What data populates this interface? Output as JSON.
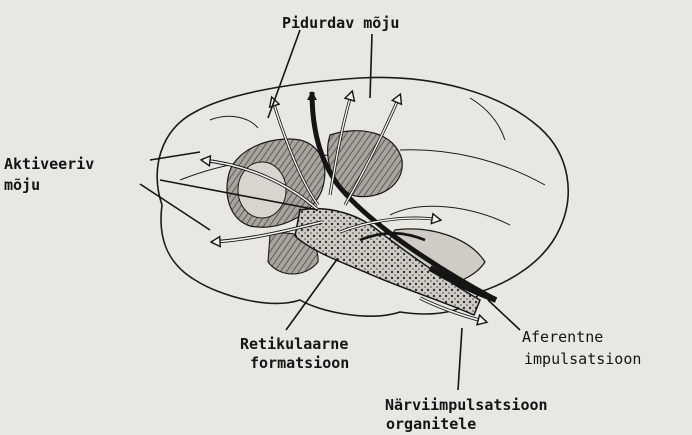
{
  "labels": {
    "inhibiting": "Pidurdav mõju",
    "activating_line1": "Aktiveeriv",
    "activating_line2": "mõju",
    "reticular_line1": "Retikulaarne",
    "reticular_line2": "formatsioon",
    "afferent_line1": "Aferentne",
    "afferent_line2": "impulsatsioon",
    "nerve_line1": "Närviimpulsatsioon",
    "nerve_line2": "organitele"
  },
  "colors": {
    "paper": "#e9e7e2",
    "ink": "#151515",
    "shading": "#8f8c86"
  }
}
